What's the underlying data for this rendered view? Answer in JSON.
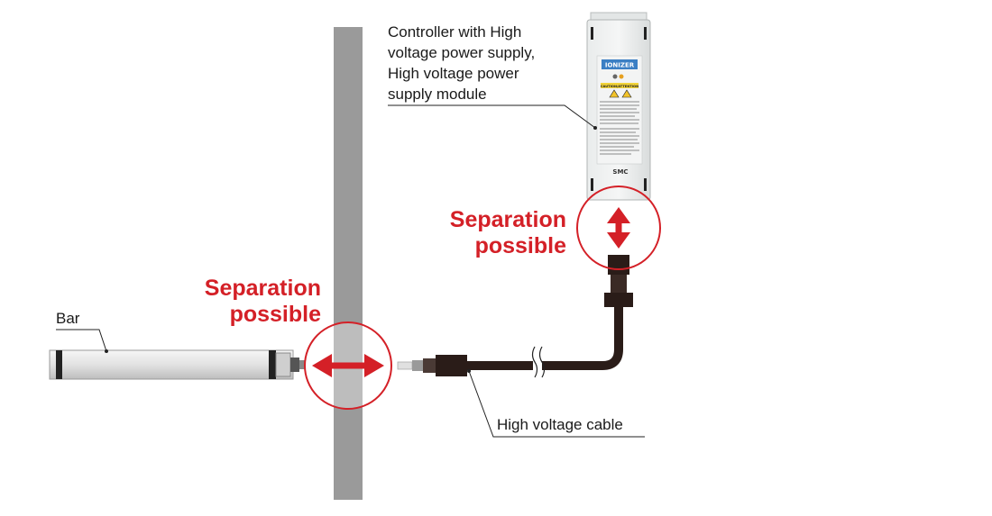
{
  "labels": {
    "controller": [
      "Controller with High",
      "voltage power supply,",
      "High voltage power",
      "supply module"
    ],
    "bar": "Bar",
    "cable": "High voltage cable"
  },
  "separation": {
    "upper": [
      "Separation",
      "possible"
    ],
    "lower": [
      "Separation",
      "possible"
    ]
  },
  "device": {
    "brand_badge": "IONIZER",
    "caution": "CAUTION/ATTENTION",
    "maker": "SMC"
  },
  "colors": {
    "accent": "#d42027",
    "wall": "#9a9a9a",
    "cable": "#2a1c18",
    "bar_body": "#e8e8e8",
    "badge": "#3b7fc4"
  }
}
